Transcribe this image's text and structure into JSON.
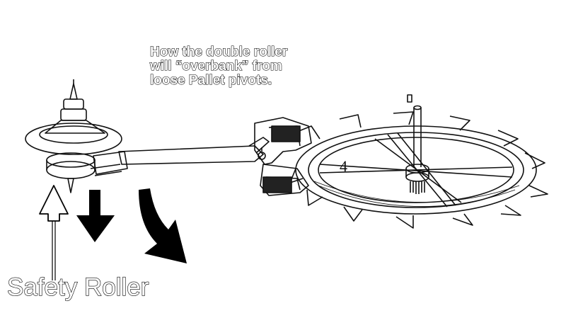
{
  "caption": {
    "line1": "How the double roller",
    "line2": "will “overbank” from",
    "line3": "loose Pallet pivots."
  },
  "labels": {
    "safety_roller": "Safety Roller",
    "wheel_number": "4"
  },
  "colors": {
    "ink": "#111111",
    "arrow_fill": "#000000",
    "outline_arrow_fill": "#ffffff",
    "paper": "#ffffff"
  }
}
